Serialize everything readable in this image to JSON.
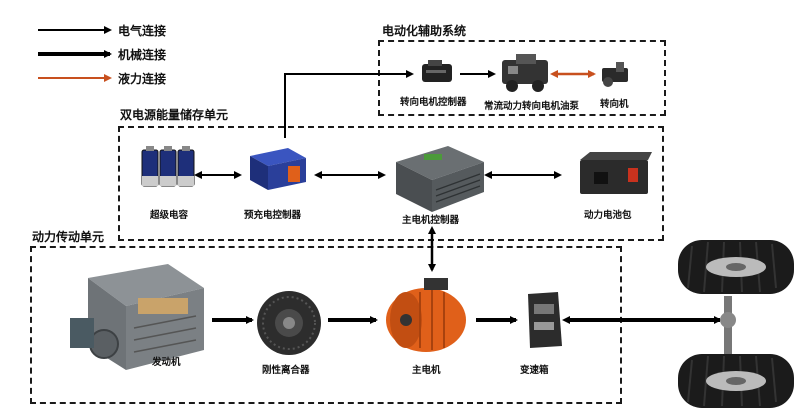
{
  "legend": [
    {
      "label": "电气连接",
      "type": "electrical",
      "color": "#000000"
    },
    {
      "label": "机械连接",
      "type": "mechanical",
      "color": "#000000"
    },
    {
      "label": "液力连接",
      "type": "hydraulic",
      "color": "#c8501e"
    }
  ],
  "groups": {
    "steering": {
      "title": "电动化辅助系统"
    },
    "dual_power": {
      "title": "双电源能量储存单元"
    },
    "drivetrain": {
      "title": "动力传动单元"
    }
  },
  "components": {
    "steering_motor_controller": "转向电机控制器",
    "oil_pump": "常流动力转向电机油泵",
    "steering_gear": "转向机",
    "supercapacitor": "超级电容",
    "precharge_controller": "预充电控制器",
    "main_motor_controller": "主电机控制器",
    "battery_pack": "动力电池包",
    "engine": "发动机",
    "rigid_clutch": "刚性离合器",
    "main_motor": "主电机",
    "gearbox": "变速箱"
  },
  "colors": {
    "arrow_black": "#000000",
    "arrow_hydraulic": "#c8501e",
    "motor_orange": "#e0601a",
    "controller_blue": "#2a3f9a"
  }
}
